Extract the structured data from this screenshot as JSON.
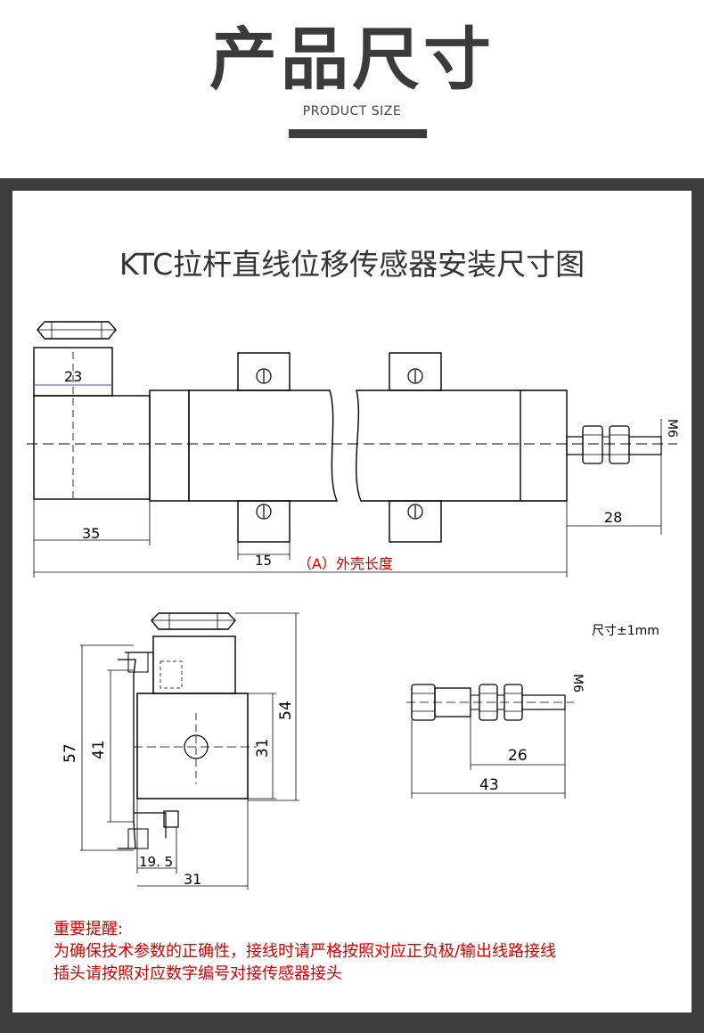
{
  "header": {
    "title": "产品尺寸",
    "subtitle": "PRODUCT SIZE"
  },
  "drawing": {
    "title": "KTC拉杆直线位移传感器安装尺寸图",
    "main_view": {
      "dims": {
        "connector_width": "23",
        "connector_length": "35",
        "rod_extension": "28",
        "bracket_width": "15",
        "thread": "M6",
        "shell_length": "（A）外壳长度"
      }
    },
    "tolerance": "尺寸±1mm",
    "end_view": {
      "dims": {
        "total_height": "57",
        "bracket_height": "41",
        "body_height": "31",
        "overall_height": "54",
        "offset": "19. 5",
        "width": "31"
      }
    },
    "rod_view": {
      "dims": {
        "thread": "M6",
        "thread_length": "26",
        "total_length": "43"
      }
    }
  },
  "notice": {
    "heading": "重要提醒:",
    "line1": "为确保技术参数的正确性，接线时请严格按照对应正负极/输出线路接线",
    "line2": "插头请按照对应数字编号对接传感器接头"
  },
  "colors": {
    "frame": "#3c3c3c",
    "warning": "#d30000",
    "accent_blue": "#3355cc"
  }
}
